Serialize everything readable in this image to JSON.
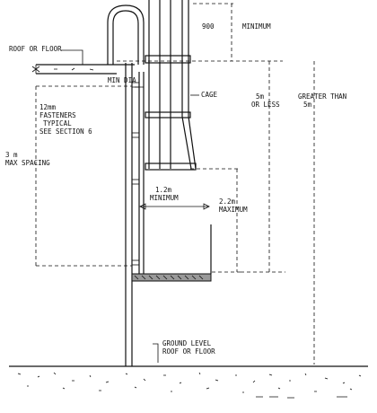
{
  "labels": {
    "roof_or_floor": "ROOF OR FLOOR",
    "fasteners_line1": "12mm",
    "fasteners_line2": "FASTENERS",
    "fasteners_line3": "TYPICAL",
    "fasteners_line4": "SEE SECTION 6",
    "min_dia": "MIN DIA",
    "cage": "CAGE",
    "min_900": "900",
    "minimum_top": "MINIMUM",
    "five_m": "5m",
    "or_less": "OR LESS",
    "greater_than": "GREATER THAN",
    "greater_5m": "5m",
    "max_spacing_value": "3  m",
    "max_spacing": "MAX SPACING",
    "min_1_2m": "1.2m",
    "minimum_mid": "MINIMUM",
    "max_2_2m": "2.2m",
    "maximum": "MAXIMUM",
    "ground_level": "GROUND LEVEL",
    "ground_roof_or_floor": "ROOF OR FLOOR"
  }
}
